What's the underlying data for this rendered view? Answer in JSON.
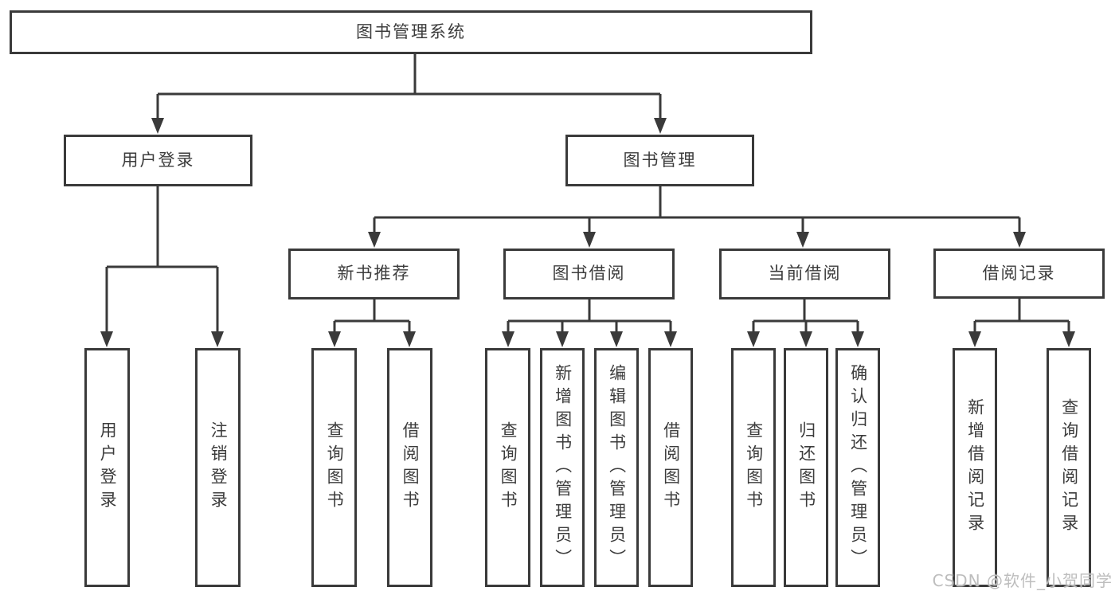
{
  "diagram": {
    "type": "hierarchy",
    "colors": {
      "line": "#3a3a3a",
      "box_border": "#3a3a3a",
      "text": "#3c3c3c",
      "background": "#ffffff",
      "watermark": "#bdbdbd"
    },
    "root": {
      "label": "图书管理系统",
      "children": [
        {
          "label": "用户登录",
          "children": [
            {
              "label": "用户登录"
            },
            {
              "label": "注销登录"
            }
          ]
        },
        {
          "label": "图书管理",
          "children": [
            {
              "label": "新书推荐",
              "children": [
                {
                  "label": "查询图书"
                },
                {
                  "label": "借阅图书"
                }
              ]
            },
            {
              "label": "图书借阅",
              "children": [
                {
                  "label": "查询图书"
                },
                {
                  "label": "新增图书（管理员）"
                },
                {
                  "label": "编辑图书（管理员）"
                },
                {
                  "label": "借阅图书"
                }
              ]
            },
            {
              "label": "当前借阅",
              "children": [
                {
                  "label": "查询图书"
                },
                {
                  "label": "归还图书"
                },
                {
                  "label": "确认归还（管理员）"
                }
              ]
            },
            {
              "label": "借阅记录",
              "children": [
                {
                  "label": "新增借阅记录"
                },
                {
                  "label": "查询借阅记录"
                }
              ]
            }
          ]
        }
      ]
    },
    "watermark": "CSDN @软件_小贺同学"
  }
}
